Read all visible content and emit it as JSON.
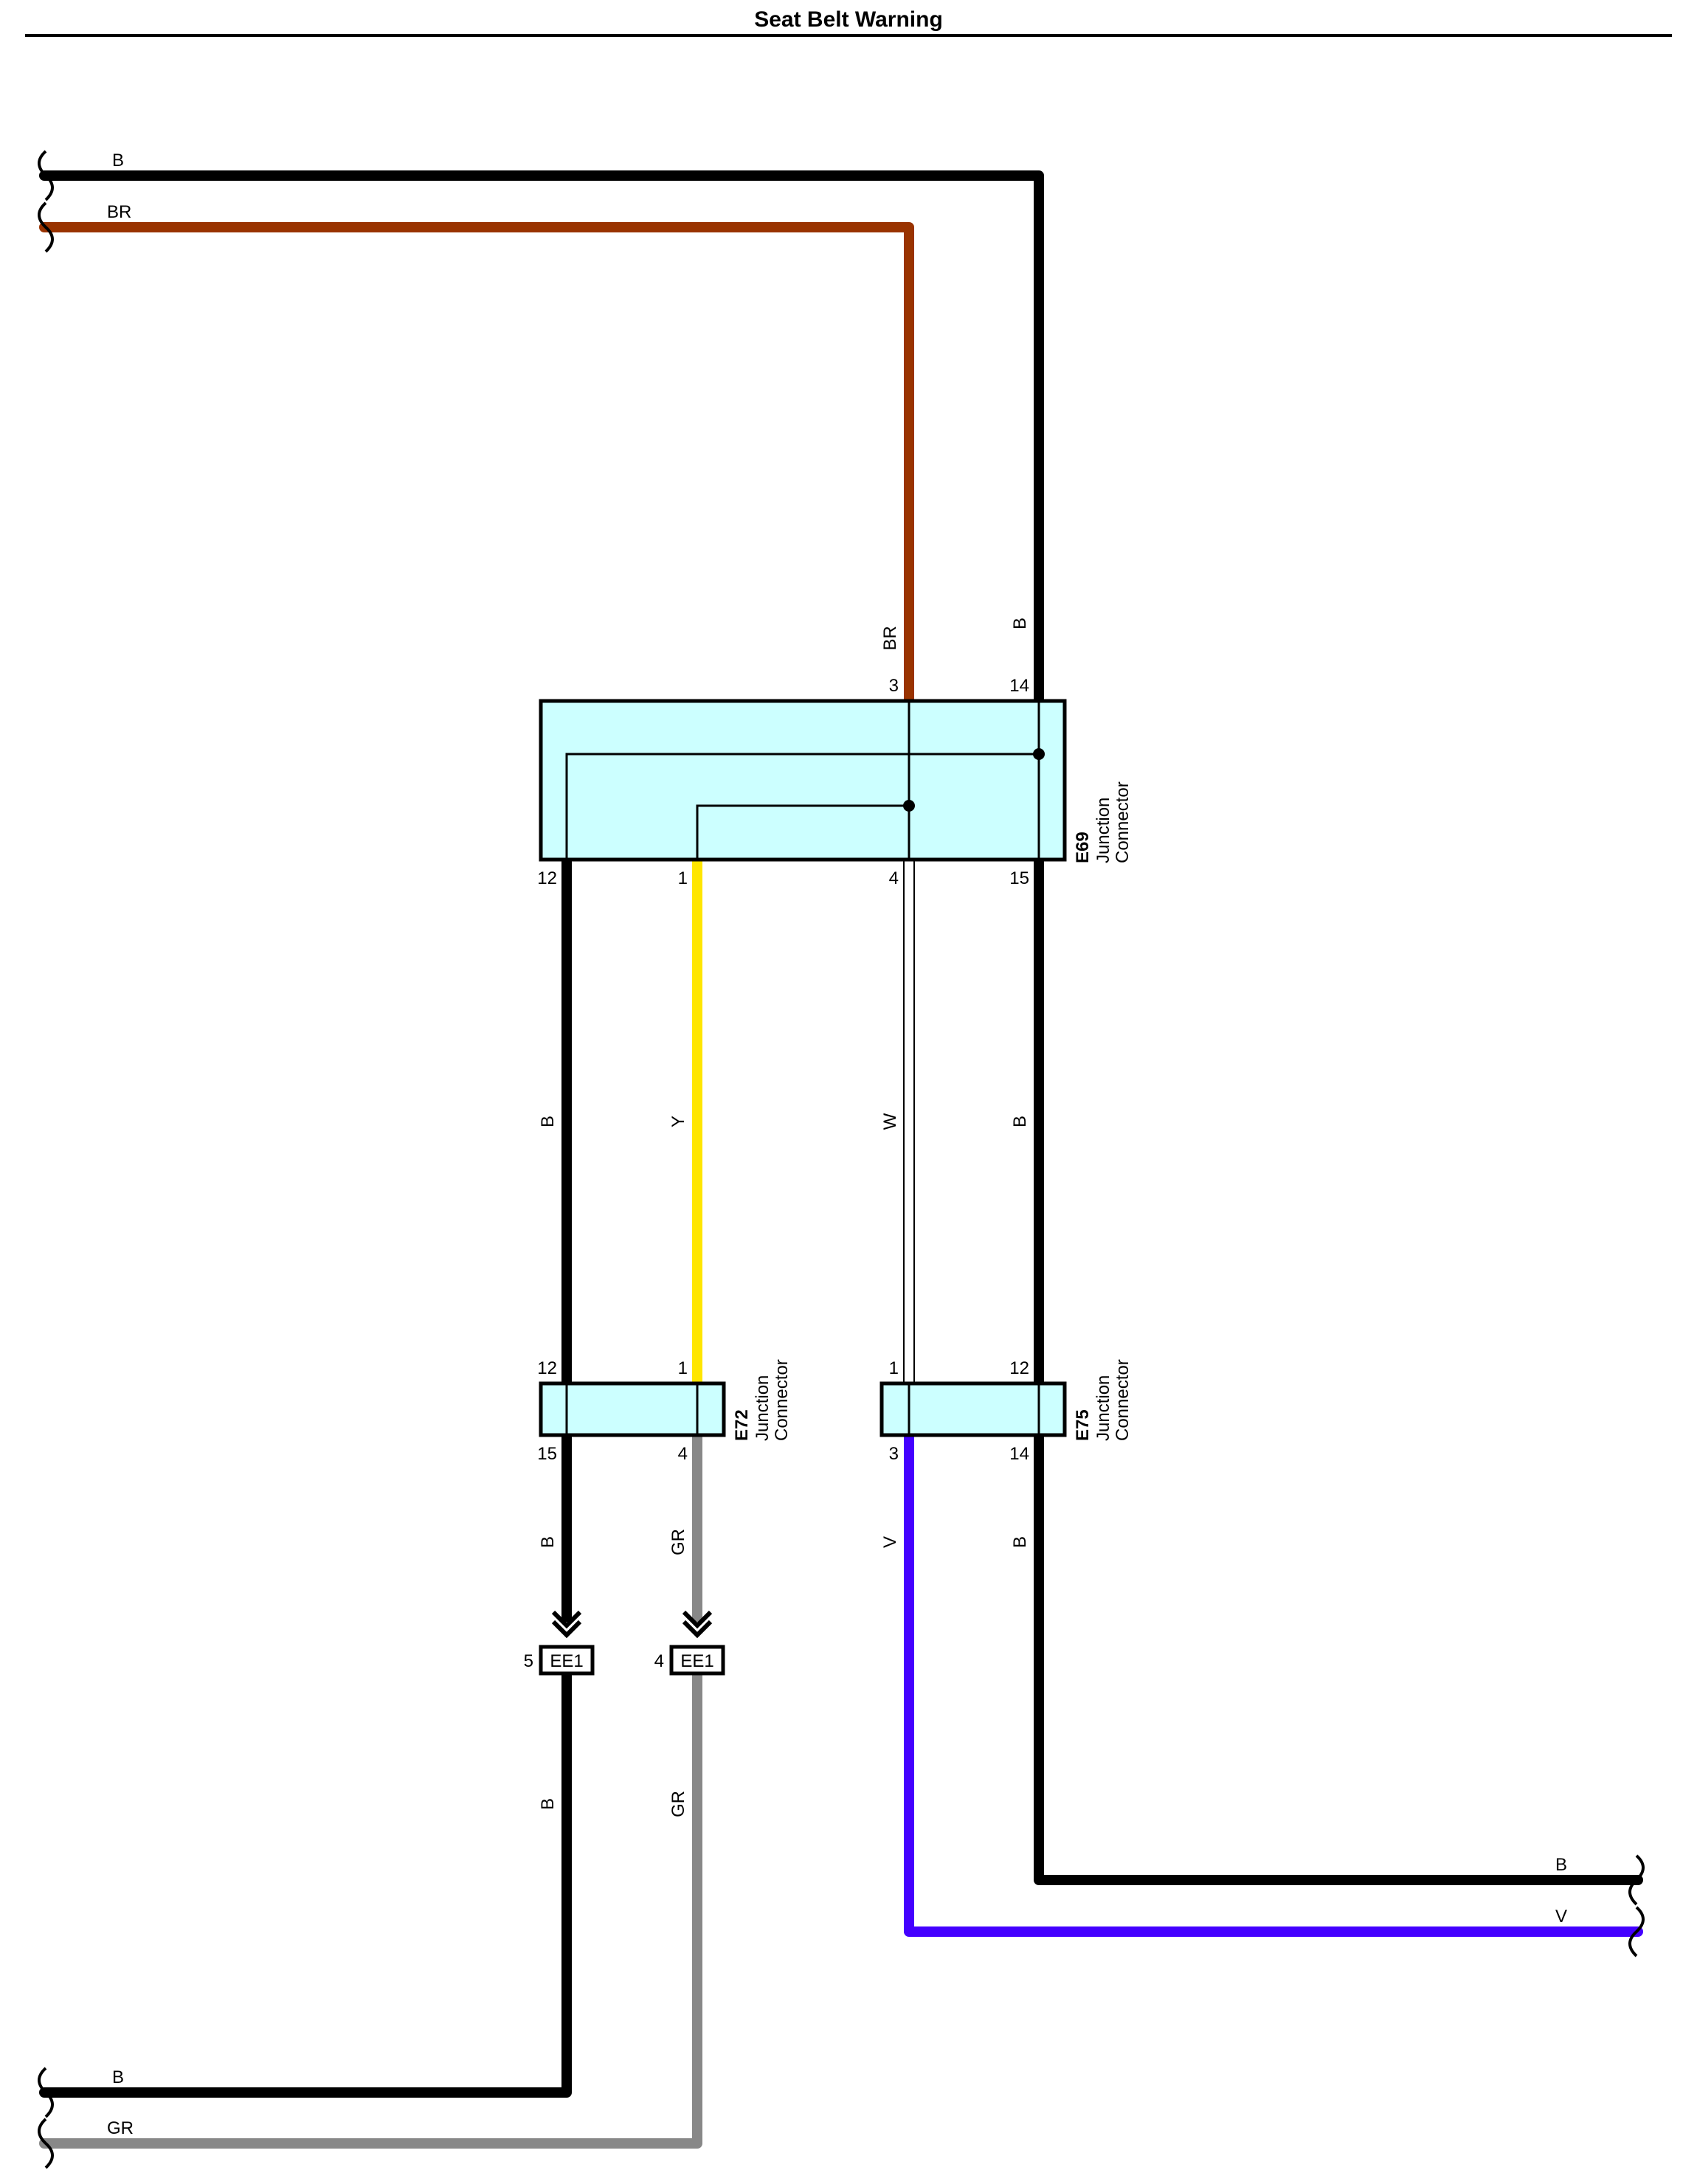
{
  "title": "Seat Belt Warning",
  "colors": {
    "B": "#000000",
    "BR": "#993300",
    "Y": "#ffe600",
    "W": "#ffffff",
    "GR": "#888888",
    "V": "#4400ff",
    "connector_fill": "#ccffff"
  },
  "wire_labels": {
    "top_left_b": "B",
    "top_left_br": "BR",
    "br_vertical": "BR",
    "b_vertical_top": "B",
    "b_left_mid": "B",
    "y_mid": "Y",
    "w_mid": "W",
    "b_right_mid": "B",
    "b_left_low": "B",
    "gr_low": "GR",
    "v_low": "V",
    "b_right_low": "B",
    "b_left_bottom": "B",
    "gr_bottom_vertical": "GR",
    "right_b": "B",
    "right_v": "V",
    "bottom_left_b": "B",
    "bottom_left_gr": "GR"
  },
  "connectors": {
    "e69": {
      "id": "E69",
      "name_line1": "Junction",
      "name_line2": "Connector",
      "pins": {
        "p3": "3",
        "p14": "14",
        "p12": "12",
        "p1": "1",
        "p4": "4",
        "p15": "15"
      }
    },
    "e72": {
      "id": "E72",
      "name_line1": "Junction",
      "name_line2": "Connector",
      "pins": {
        "p12": "12",
        "p1": "1",
        "p15": "15",
        "p4": "4"
      }
    },
    "e75": {
      "id": "E75",
      "name_line1": "Junction",
      "name_line2": "Connector",
      "pins": {
        "p1": "1",
        "p12": "12",
        "p3": "3",
        "p14": "14"
      }
    }
  },
  "ee1_left": {
    "label": "EE1",
    "pin": "5"
  },
  "ee1_right": {
    "label": "EE1",
    "pin": "4"
  }
}
